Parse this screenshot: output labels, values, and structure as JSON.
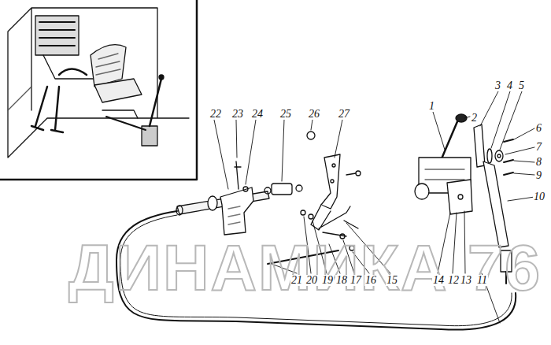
{
  "diagram": {
    "labels": [
      "22",
      "23",
      "24",
      "25",
      "26",
      "27",
      "1",
      "2",
      "3",
      "4",
      "5",
      "6",
      "7",
      "8",
      "9",
      "10",
      "21",
      "20",
      "19",
      "18",
      "17",
      "16",
      "15",
      "14",
      "12",
      "13",
      "11",
      "ДИНАМИКА 76"
    ]
  }
}
